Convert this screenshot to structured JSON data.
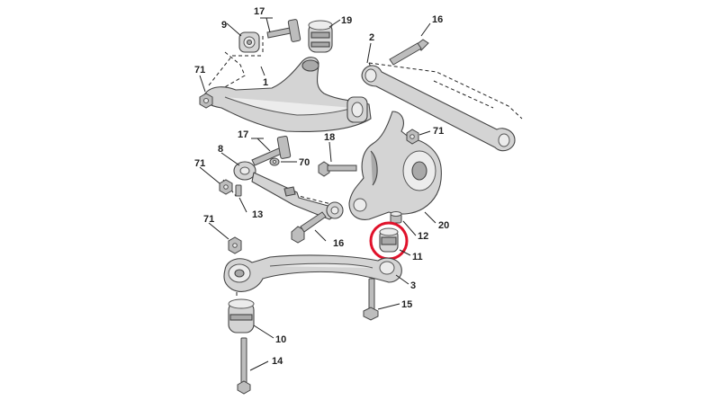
{
  "diagram": {
    "highlight_color": "#e0122b",
    "labels": {
      "l1": "1",
      "l2": "2",
      "l3": "3",
      "l8": "8",
      "l9": "9",
      "l10": "10",
      "l11": "11",
      "l12": "12",
      "l13": "13",
      "l14": "14",
      "l15": "15",
      "l16a": "16",
      "l16b": "16",
      "l17a": "17",
      "l17b": "17",
      "l18": "18",
      "l19": "19",
      "l20": "20",
      "l70": "70",
      "l71a": "71",
      "l71b": "71",
      "l71c": "71",
      "l71d": "71"
    }
  }
}
